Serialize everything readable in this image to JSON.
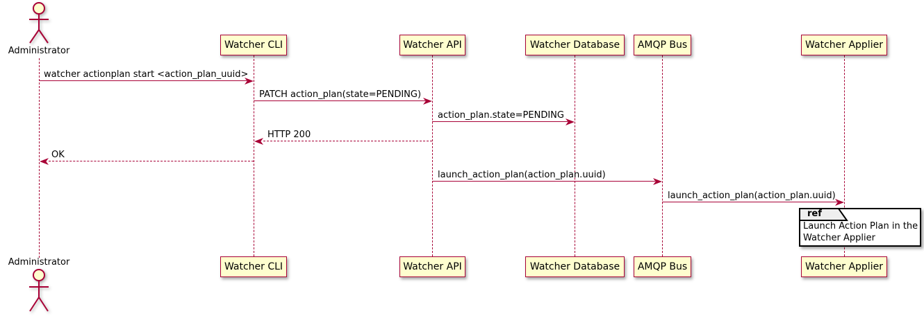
{
  "diagram_type": "sequence",
  "colors": {
    "background": "#FFFFFF",
    "lifeline": "#A80036",
    "arrow": "#A80036",
    "participant_fill": "#FEFECE",
    "participant_border": "#A80036",
    "text": "#000000",
    "ref_border": "#000000",
    "ref_tab_fill": "#EEEEEE"
  },
  "participants": [
    {
      "id": "administrator",
      "label": "Administrator",
      "type": "actor"
    },
    {
      "id": "watcher-cli",
      "label": "Watcher CLI",
      "type": "participant"
    },
    {
      "id": "watcher-api",
      "label": "Watcher API",
      "type": "participant"
    },
    {
      "id": "watcher-database",
      "label": "Watcher Database",
      "type": "participant"
    },
    {
      "id": "amqp-bus",
      "label": "AMQP Bus",
      "type": "participant"
    },
    {
      "id": "watcher-applier",
      "label": "Watcher Applier",
      "type": "participant"
    }
  ],
  "messages": [
    {
      "label": "watcher actionplan start <action_plan_uuid>",
      "from": "Administrator",
      "to": "Watcher CLI",
      "style": "solid"
    },
    {
      "label": "PATCH action_plan(state=PENDING)",
      "from": "Watcher CLI",
      "to": "Watcher API",
      "style": "solid"
    },
    {
      "label": "action_plan.state=PENDING",
      "from": "Watcher API",
      "to": "Watcher Database",
      "style": "solid"
    },
    {
      "label": "HTTP 200",
      "from": "Watcher API",
      "to": "Watcher CLI",
      "style": "dashed-return"
    },
    {
      "label": "OK",
      "from": "Watcher CLI",
      "to": "Administrator",
      "style": "dashed-return"
    },
    {
      "label": "launch_action_plan(action_plan.uuid)",
      "from": "Watcher API",
      "to": "AMQP Bus",
      "style": "solid"
    },
    {
      "label": "launch_action_plan(action_plan.uuid)",
      "from": "AMQP Bus",
      "to": "Watcher Applier",
      "style": "solid"
    }
  ],
  "ref_frame": {
    "keyword": "ref",
    "over": "Watcher Applier",
    "text_line1": "Launch Action Plan in the",
    "text_line2": "Watcher Applier"
  }
}
